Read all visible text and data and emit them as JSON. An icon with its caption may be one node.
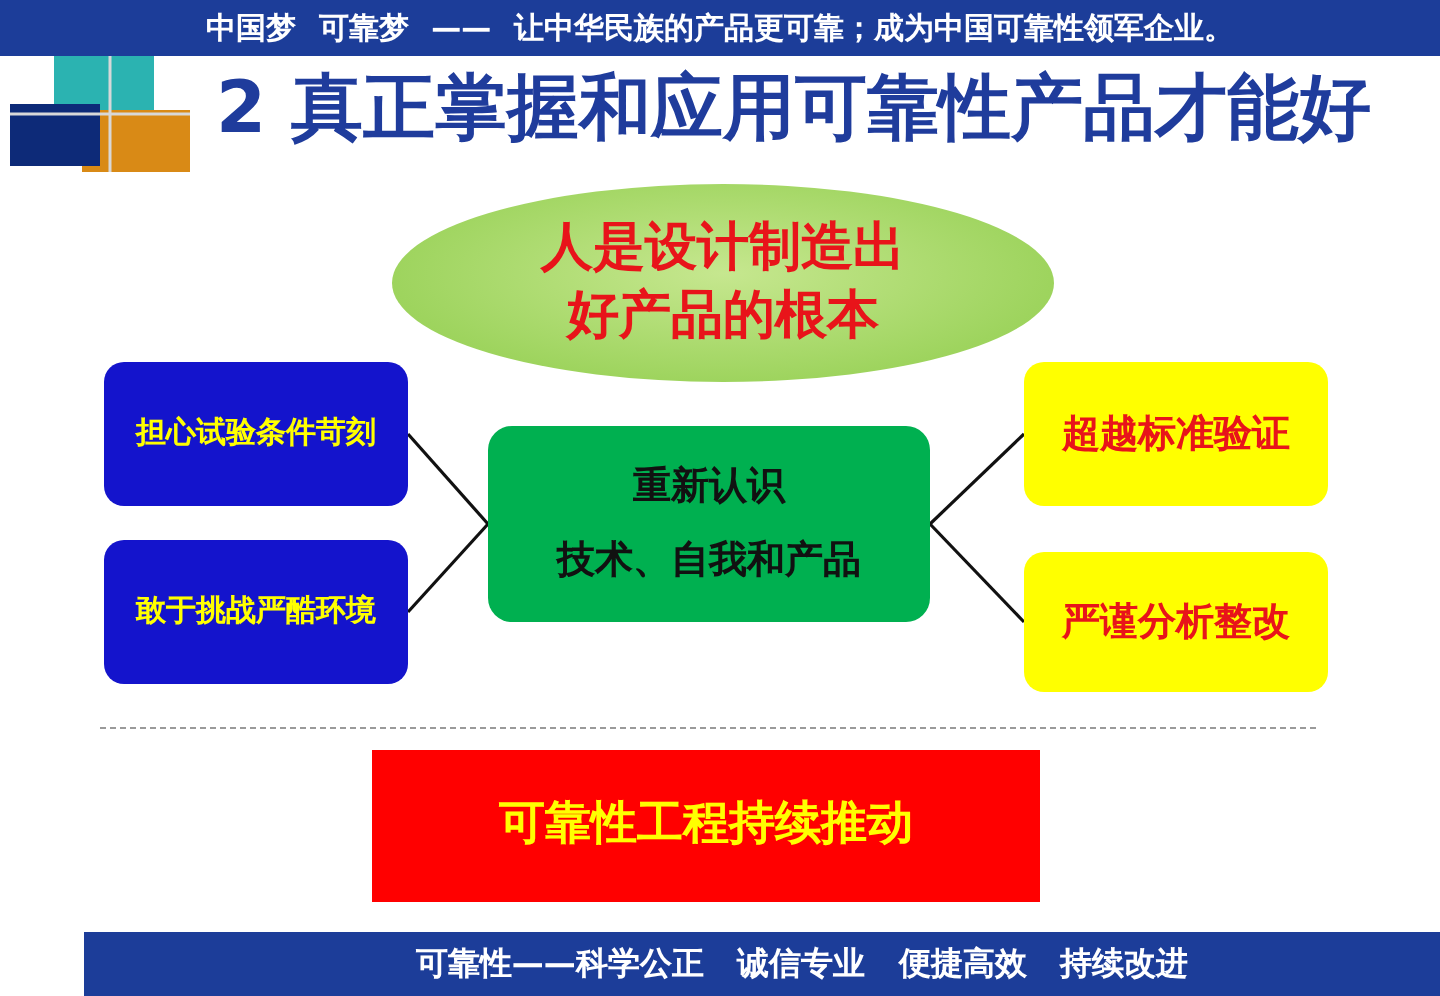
{
  "diagram": {
    "title": "2 真正掌握和应用可靠性产品才能好",
    "nodes": [
      {
        "text": [
          "人是设计制造出好产品的根本"
        ]
      },
      {
        "text": [
          "担心试验条件苛刻"
        ]
      },
      {
        "text": [
          "敢于挑战严酷环境"
        ]
      },
      {
        "text": [
          "重新认识",
          "技术、自我和产品"
        ]
      },
      {
        "text": [
          "超越标准验证"
        ]
      },
      {
        "text": [
          "严谨分析整改"
        ]
      },
      {
        "text": [
          "可靠性工程持续推动"
        ]
      }
    ],
    "edges": [
      {
        "from": 1,
        "to": 3,
        "arrow": "none"
      },
      {
        "from": 2,
        "to": 3,
        "arrow": "none"
      },
      {
        "from": 3,
        "to": 4,
        "arrow": "none"
      },
      {
        "from": 3,
        "to": 5,
        "arrow": "none"
      }
    ],
    "labels": [
      "中国梦 可靠梦 —— 让中华民族的产品更可靠；成为中国可靠性领军企业。",
      "可靠性——科学公正 诚信专业 便捷高效 持续改进"
    ]
  }
}
